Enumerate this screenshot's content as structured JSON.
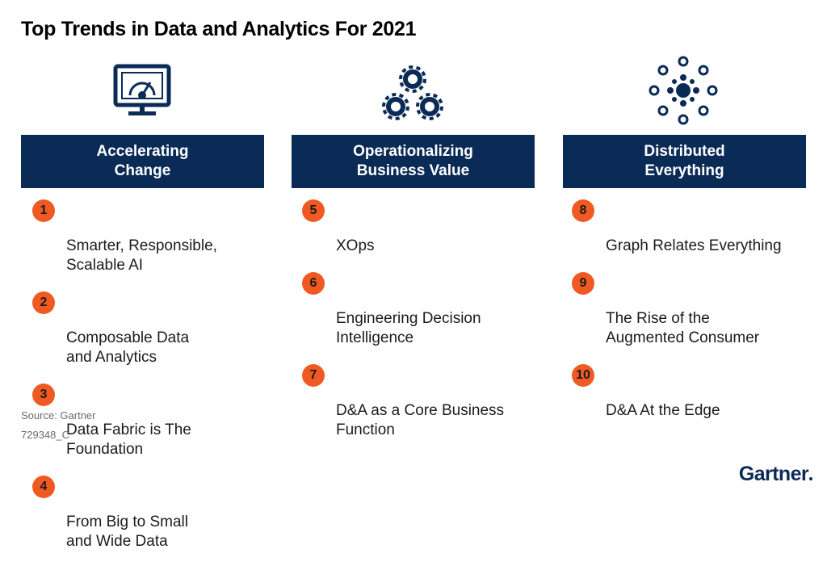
{
  "title": "Top Trends in Data and Analytics For 2021",
  "columns": [
    {
      "icon": "dashboard-monitor-icon",
      "header": "Accelerating\nChange",
      "items": [
        {
          "number": "1",
          "text": "Smarter, Responsible,\nScalable AI"
        },
        {
          "number": "2",
          "text": "Composable Data\nand Analytics"
        },
        {
          "number": "3",
          "text": "Data Fabric is The\nFoundation"
        },
        {
          "number": "4",
          "text": "From Big to Small\nand Wide Data"
        }
      ]
    },
    {
      "icon": "gears-icon",
      "header": "Operationalizing\nBusiness Value",
      "items": [
        {
          "number": "5",
          "text": "XOps"
        },
        {
          "number": "6",
          "text": "Engineering Decision\nIntelligence"
        },
        {
          "number": "7",
          "text": "D&A as a Core Business\nFunction"
        }
      ]
    },
    {
      "icon": "distributed-network-icon",
      "header": "Distributed\nEverything",
      "items": [
        {
          "number": "8",
          "text": "Graph Relates Everything"
        },
        {
          "number": "9",
          "text": "The Rise of the\nAugmented Consumer"
        },
        {
          "number": "10",
          "text": "D&A At the Edge"
        }
      ]
    }
  ],
  "source": "Source: Gartner",
  "code": "729348_C",
  "logo": "Gartner",
  "colors": {
    "navy": "#0b2b57",
    "orange": "#f05a22"
  }
}
